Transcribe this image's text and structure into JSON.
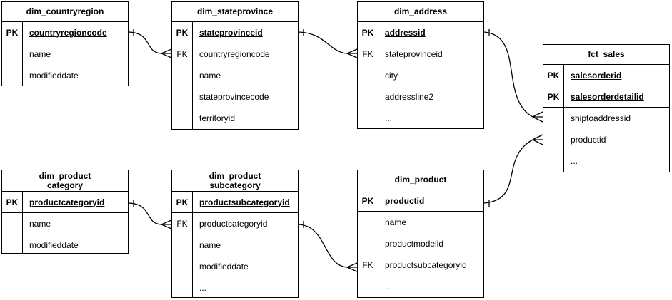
{
  "diagram": {
    "kind": "entity-relationship-diagram",
    "background_color": "#ffffff",
    "line_color": "#000000",
    "text_color": "#000000"
  },
  "tables": [
    {
      "id": "dim_countryregion",
      "title": "dim_countryregion",
      "rows": [
        {
          "key": "PK",
          "field": "countryregioncode",
          "is_pk": true
        },
        {
          "key": "",
          "field": "name"
        },
        {
          "key": "",
          "field": "modifieddate"
        }
      ]
    },
    {
      "id": "dim_stateprovince",
      "title": "dim_stateprovince",
      "rows": [
        {
          "key": "PK",
          "field": "stateprovinceid",
          "is_pk": true
        },
        {
          "key": "FK",
          "field": "countryregioncode",
          "is_fk": true
        },
        {
          "key": "",
          "field": "name"
        },
        {
          "key": "",
          "field": "stateprovincecode"
        },
        {
          "key": "",
          "field": "territoryid"
        }
      ]
    },
    {
      "id": "dim_address",
      "title": "dim_address",
      "rows": [
        {
          "key": "PK",
          "field": "addressid",
          "is_pk": true
        },
        {
          "key": "FK",
          "field": "stateprovinceid",
          "is_fk": true
        },
        {
          "key": "",
          "field": "city"
        },
        {
          "key": "",
          "field": "addressline2"
        },
        {
          "key": "",
          "field": "..."
        }
      ]
    },
    {
      "id": "fct_sales",
      "title": "fct_sales",
      "rows": [
        {
          "key": "PK",
          "field": "salesorderid",
          "is_pk": true
        },
        {
          "key": "PK",
          "field": "salesorderdetailid",
          "is_pk": true
        },
        {
          "key": "",
          "field": "shiptoaddressid"
        },
        {
          "key": "",
          "field": "productid"
        },
        {
          "key": "",
          "field": "..."
        }
      ]
    },
    {
      "id": "dim_productcategory",
      "title": "dim_product\ncategory",
      "rows": [
        {
          "key": "PK",
          "field": "productcategoryid",
          "is_pk": true
        },
        {
          "key": "",
          "field": "name"
        },
        {
          "key": "",
          "field": "modifieddate"
        }
      ]
    },
    {
      "id": "dim_productsubcategory",
      "title": "dim_product\nsubcategory",
      "rows": [
        {
          "key": "PK",
          "field": "productsubcategoryid",
          "is_pk": true
        },
        {
          "key": "FK",
          "field": "productcategoryid",
          "is_fk": true
        },
        {
          "key": "",
          "field": "name"
        },
        {
          "key": "",
          "field": "modifieddate"
        },
        {
          "key": "",
          "field": "..."
        }
      ]
    },
    {
      "id": "dim_product",
      "title": "dim_product",
      "rows": [
        {
          "key": "PK",
          "field": "productid",
          "is_pk": true
        },
        {
          "key": "",
          "field": "name"
        },
        {
          "key": "",
          "field": "productmodelid"
        },
        {
          "key": "FK",
          "field": "productsubcategoryid",
          "is_fk": true
        },
        {
          "key": "",
          "field": "..."
        }
      ]
    }
  ],
  "relationships": [
    {
      "from_table": "dim_countryregion",
      "from_field": "countryregioncode",
      "to_table": "dim_stateprovince",
      "to_field": "countryregioncode",
      "from_cardinality": "one",
      "to_cardinality": "many"
    },
    {
      "from_table": "dim_stateprovince",
      "from_field": "stateprovinceid",
      "to_table": "dim_address",
      "to_field": "stateprovinceid",
      "from_cardinality": "one",
      "to_cardinality": "many"
    },
    {
      "from_table": "dim_address",
      "from_field": "addressid",
      "to_table": "fct_sales",
      "to_field": "shiptoaddressid",
      "from_cardinality": "one",
      "to_cardinality": "many"
    },
    {
      "from_table": "dim_product",
      "from_field": "productid",
      "to_table": "fct_sales",
      "to_field": "productid",
      "from_cardinality": "one",
      "to_cardinality": "many"
    },
    {
      "from_table": "dim_productcategory",
      "from_field": "productcategoryid",
      "to_table": "dim_productsubcategory",
      "to_field": "productcategoryid",
      "from_cardinality": "one",
      "to_cardinality": "many"
    },
    {
      "from_table": "dim_productsubcategory",
      "from_field": "productsubcategoryid",
      "to_table": "dim_product",
      "to_field": "productsubcategoryid",
      "from_cardinality": "one",
      "to_cardinality": "many"
    }
  ]
}
